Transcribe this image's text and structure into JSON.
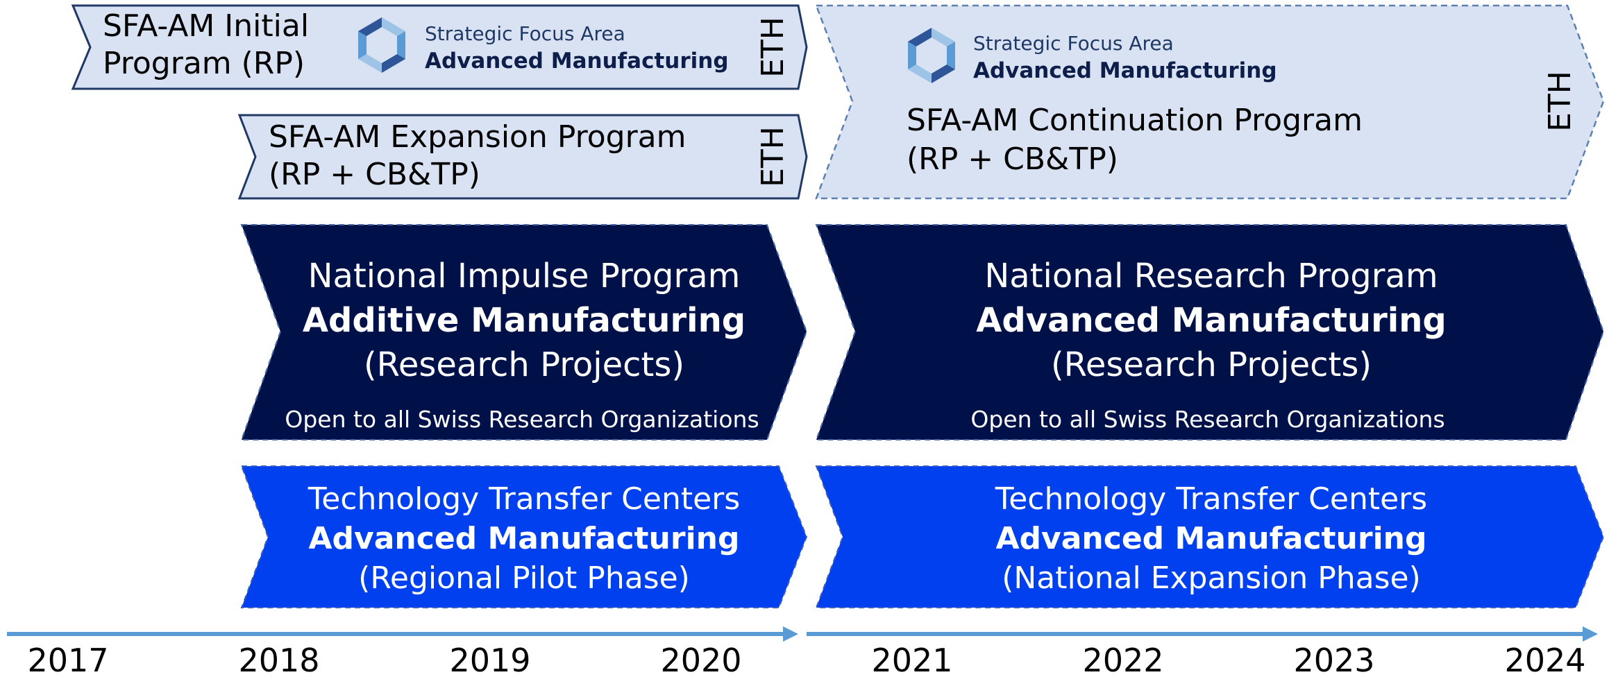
{
  "colors": {
    "light_fill": "#d9e2f3",
    "light_stroke": "#1f3864",
    "navy_fill": "#001149",
    "blue_fill": "#0040ee",
    "timeline": "#5b9bd5",
    "logo_light": "#9dc3e6",
    "logo_mid": "#5b9bd5",
    "logo_dark": "#2e5597",
    "dark_text": "#0d1e4a"
  },
  "sfa_initial": {
    "line1": "SFA-AM Initial",
    "line2": "Program (RP)",
    "logo_line1": "Strategic Focus Area",
    "logo_line2": "Advanced Manufacturing",
    "eth": "ETH"
  },
  "sfa_expansion": {
    "line1": "SFA-AM Expansion Program",
    "line2": "(RP + CB&TP)",
    "eth": "ETH"
  },
  "sfa_continuation": {
    "logo_line1": "Strategic Focus Area",
    "logo_line2": "Advanced Manufacturing",
    "line1": "SFA-AM Continuation Program",
    "line2": "(RP + CB&TP)",
    "eth": "ETH"
  },
  "nip": {
    "line1": "National Impulse Program",
    "line2": "Additive Manufacturing",
    "line3": "(Research Projects)",
    "note": "Open to all Swiss Research Organizations"
  },
  "nrp": {
    "line1": "National Research Program",
    "line2": "Advanced Manufacturing",
    "line3": "(Research Projects)",
    "note": "Open to all Swiss Research Organizations"
  },
  "ttc_pilot": {
    "line1": "Technology Transfer Centers",
    "line2": "Advanced Manufacturing",
    "line3": "(Regional Pilot Phase)"
  },
  "ttc_national": {
    "line1": "Technology Transfer Centers",
    "line2": "Advanced Manufacturing",
    "line3": "(National Expansion Phase)"
  },
  "timeline": {
    "years": [
      "2017",
      "2018",
      "2019",
      "2020",
      "2021",
      "2022",
      "2023",
      "2024"
    ]
  }
}
